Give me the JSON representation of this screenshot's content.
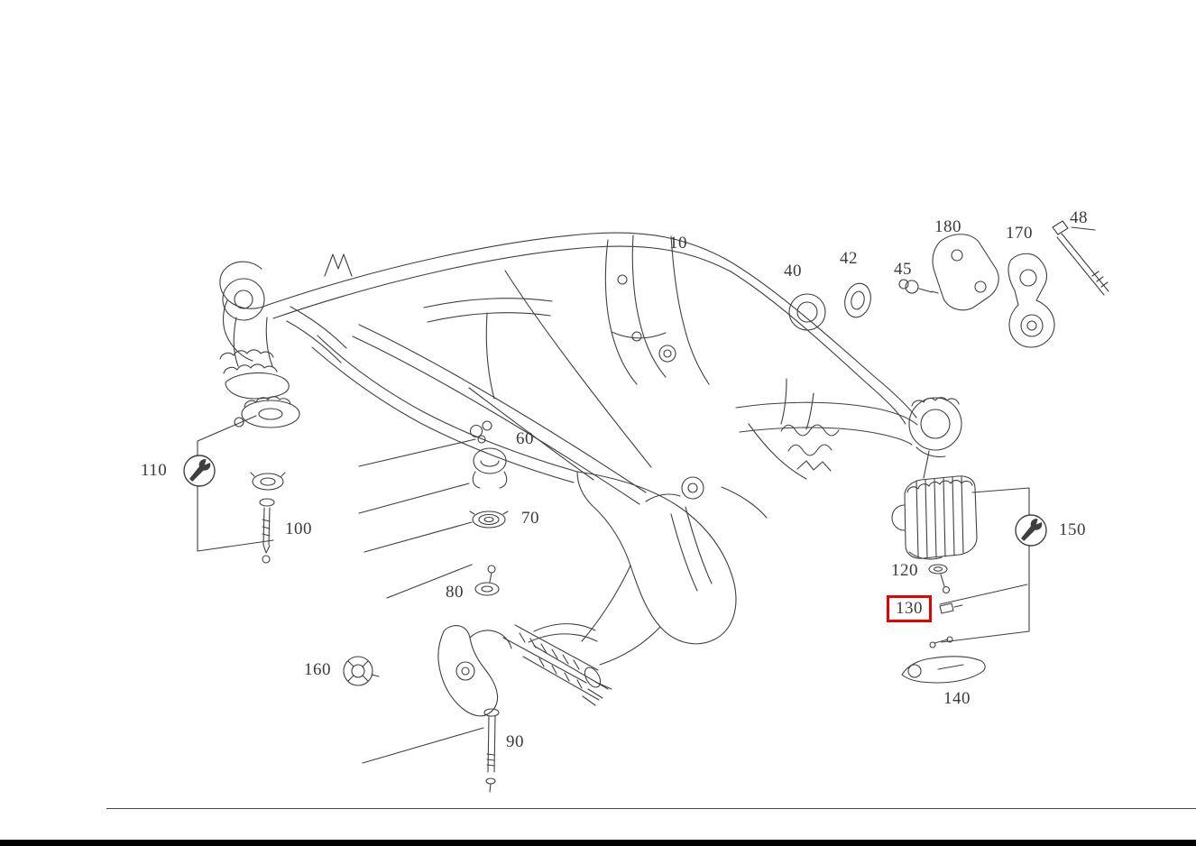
{
  "diagram": {
    "type": "exploded-parts-diagram",
    "selected_part": "130",
    "colors": {
      "highlight": "#e60000",
      "line": "#3f3f3f",
      "label_text": "#3a3a3a",
      "background": "#ffffff"
    },
    "labels": [
      {
        "text": "10"
      },
      {
        "text": "40"
      },
      {
        "text": "42"
      },
      {
        "text": "45"
      },
      {
        "text": "48"
      },
      {
        "text": "180"
      },
      {
        "text": "170"
      },
      {
        "text": "60"
      },
      {
        "text": "70"
      },
      {
        "text": "80"
      },
      {
        "text": "90"
      },
      {
        "text": "100"
      },
      {
        "text": "110"
      },
      {
        "text": "120"
      },
      {
        "text": "130"
      },
      {
        "text": "140"
      },
      {
        "text": "150"
      },
      {
        "text": "160"
      }
    ],
    "symbols": [
      {
        "name": "wrench-icon"
      },
      {
        "name": "wrench-icon"
      }
    ]
  }
}
